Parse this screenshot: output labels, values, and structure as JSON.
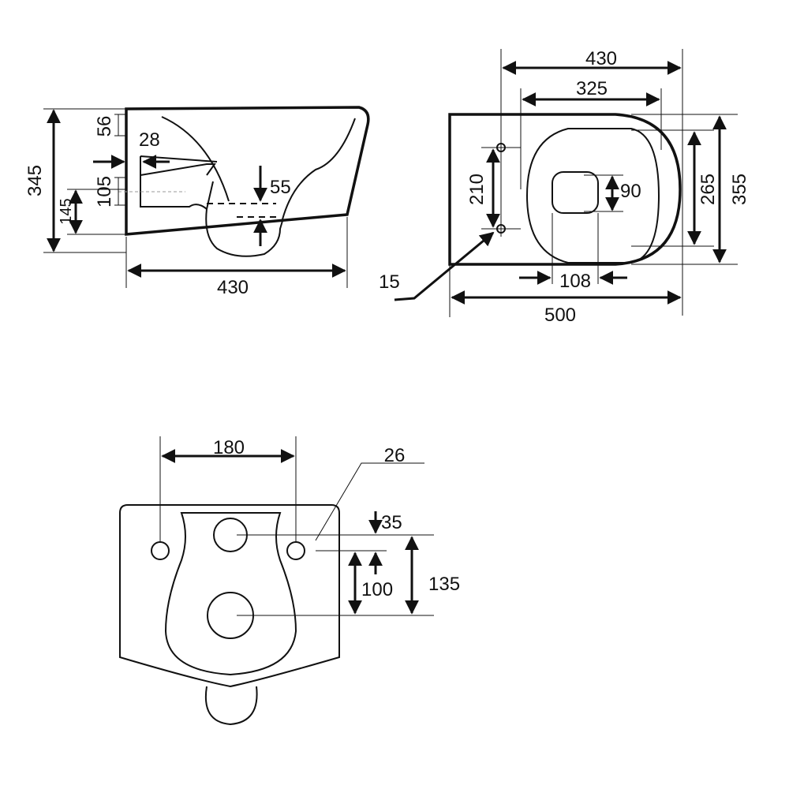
{
  "side_view": {
    "height_total": "345",
    "top_offset": "56",
    "inlet_depth": "28",
    "outlet_height": "105",
    "bottom_height": "145",
    "water_depth": "55",
    "depth": "430"
  },
  "top_view": {
    "width_outer": "430",
    "width_inner": "325",
    "bolt_spacing": "210",
    "outlet_size": "90",
    "seat_width": "265",
    "total_width": "355",
    "bolt_hole": "15",
    "outlet_width": "108",
    "length": "500"
  },
  "rear_view": {
    "bolt_spacing": "180",
    "bolt_hole_dia": "26",
    "offset_top": "35",
    "inlet_drop": "100",
    "outlet_drop": "135"
  }
}
